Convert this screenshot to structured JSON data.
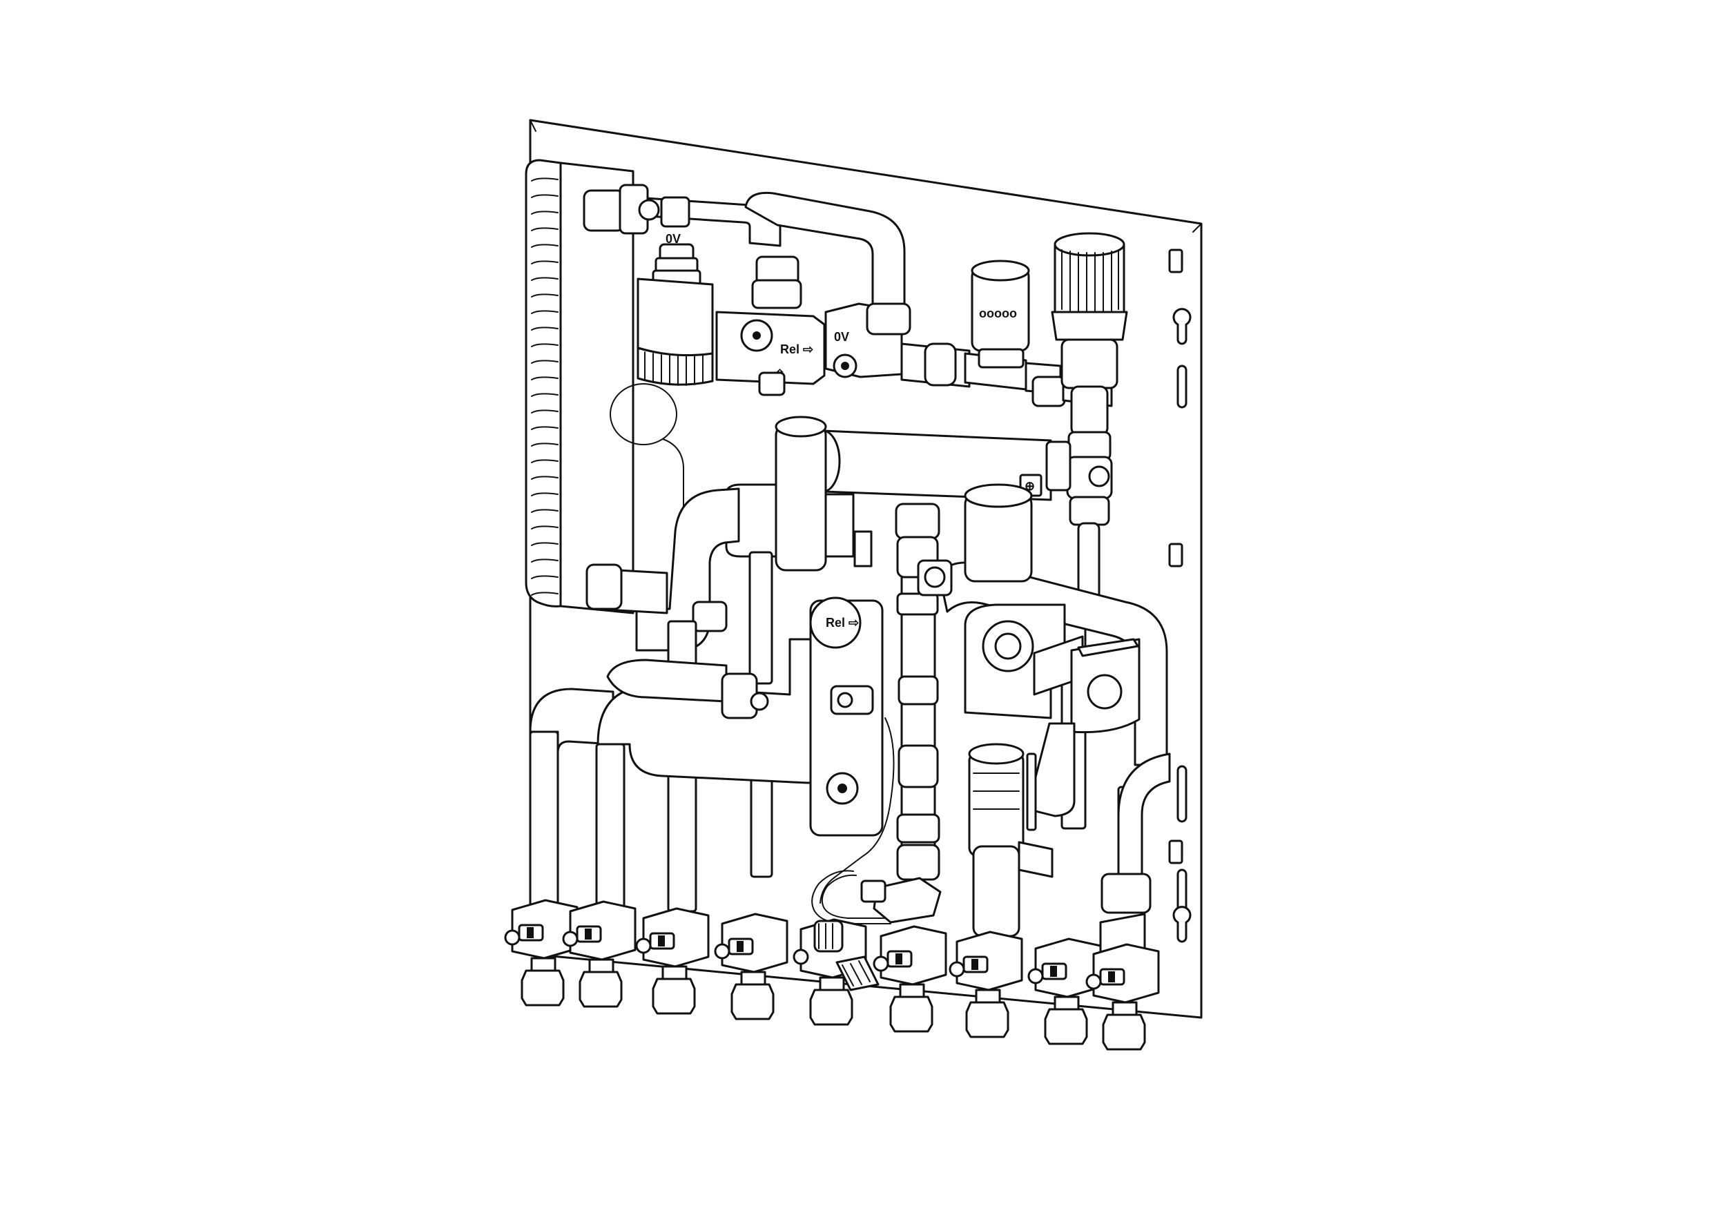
{
  "diagram": {
    "type": "technical-line-drawing",
    "subject": "wall-mounted hydraulic station with plate heat exchanger, pump and valves",
    "colors": {
      "line": "#111111",
      "fill": "#ffffff",
      "background": "#ffffff"
    },
    "printed_labels": {
      "valve_upper_left": "0V",
      "mixing_valve": "Rel ⇨",
      "mixing_valve_arrow": "⇧",
      "motor_valve_tag": "0V",
      "thermostat_head": "ooooo",
      "divert_valve": "Rel ⇨",
      "return_tag": "⊕"
    },
    "connection_count": 9
  }
}
